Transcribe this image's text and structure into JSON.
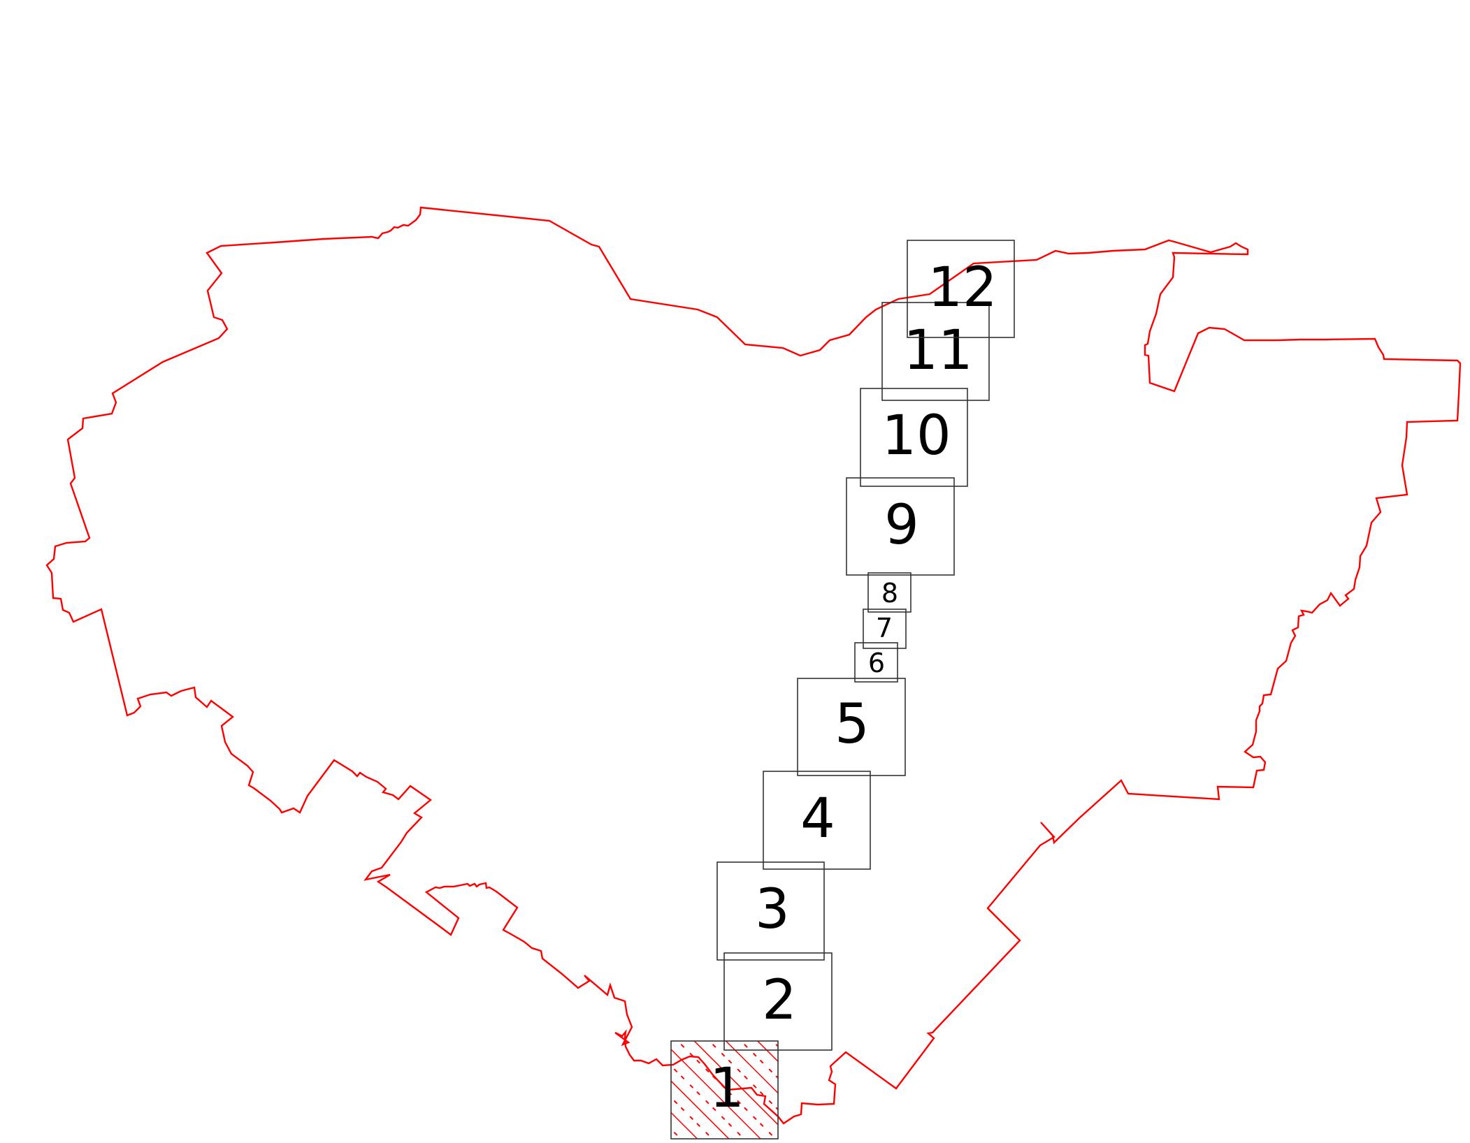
{
  "map": {
    "boundary_color": "#ff0000",
    "sheet_color": "#333333",
    "label_color": "#000000",
    "highlighted_sheet": "1",
    "highlight_pattern": "red-diagonal-hatch",
    "sheets": [
      {
        "label": "1"
      },
      {
        "label": "2"
      },
      {
        "label": "3"
      },
      {
        "label": "4"
      },
      {
        "label": "5"
      },
      {
        "label": "6"
      },
      {
        "label": "7"
      },
      {
        "label": "8"
      },
      {
        "label": "9"
      },
      {
        "label": "10"
      },
      {
        "label": "11"
      },
      {
        "label": "12"
      }
    ]
  }
}
